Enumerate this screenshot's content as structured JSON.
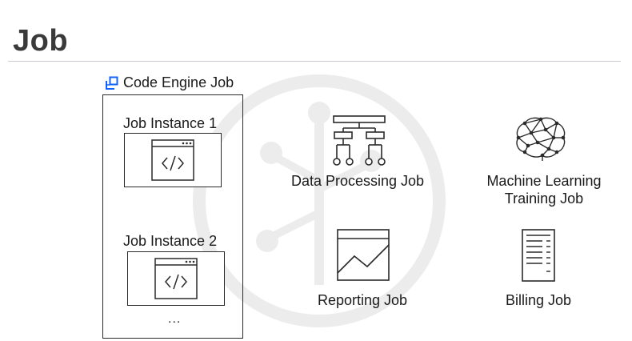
{
  "slide": {
    "title": "Job"
  },
  "code_engine": {
    "label": "Code Engine Job",
    "icon": "code-engine-job-icon",
    "instances": [
      {
        "label": "Job Instance 1",
        "icon": "code-window-icon"
      },
      {
        "label": "Job Instance 2",
        "icon": "code-window-icon"
      }
    ],
    "more": "..."
  },
  "job_types": [
    {
      "label": "Data Processing Job",
      "icon": "hierarchy-icon"
    },
    {
      "label_line1": "Machine Learning",
      "label_line2": "Training Job",
      "icon": "neural-brain-icon"
    },
    {
      "label": "Reporting Job",
      "icon": "line-chart-icon"
    },
    {
      "label": "Billing Job",
      "icon": "document-list-icon"
    }
  ],
  "colors": {
    "stroke": "#2a2a2a",
    "ce_icon_blue": "#0f62fe",
    "title_rule": "#c9c9d6"
  }
}
